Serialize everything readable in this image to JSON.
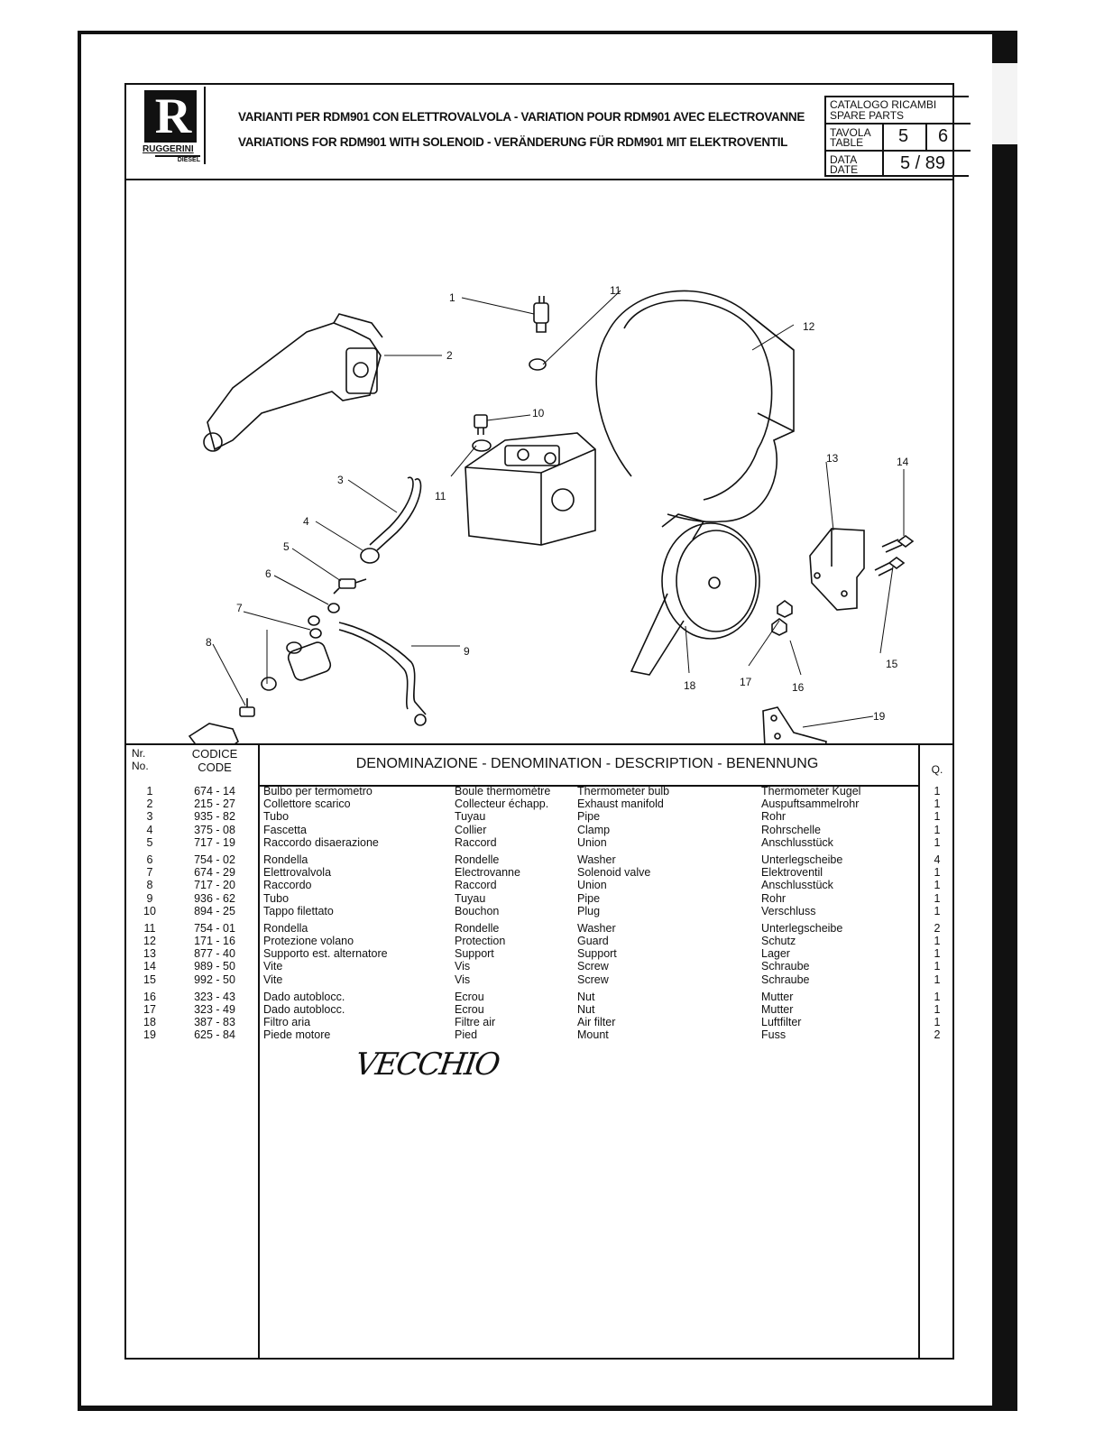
{
  "header": {
    "brand_name": "RUGGERINI",
    "brand_sub": "DIESEL",
    "title_line1": "VARIANTI PER RDM901 CON ELETTROVALVOLA - VARIATION POUR RDM901 AVEC ELECTROVANNE",
    "title_line2": "VARIATIONS FOR RDM901 WITH SOLENOID - VERÄNDERUNG FÜR RDM901 MIT ELEKTROVENTIL",
    "catalog_label_1": "CATALOGO RICAMBI",
    "catalog_label_2": "SPARE PARTS",
    "table_label_1": "TAVOLA",
    "table_label_2": "TABLE",
    "table_value_1": "5",
    "table_value_2": "6",
    "date_label_1": "DATA",
    "date_label_2": "DATE",
    "date_value": "5 / 89"
  },
  "drawing": {
    "callouts": [
      "1",
      "2",
      "3",
      "4",
      "5",
      "6",
      "7",
      "8",
      "9",
      "10",
      "11",
      "11",
      "12",
      "13",
      "14",
      "15",
      "16",
      "17",
      "18",
      "19"
    ]
  },
  "table": {
    "head_nr_1": "Nr.",
    "head_nr_2": "No.",
    "head_code_1": "CODICE",
    "head_code_2": "CODE",
    "head_desc": "DENOMINAZIONE - DENOMINATION - DESCRIPTION - BENENNUNG",
    "head_q": "Q.",
    "rows": [
      {
        "nr": "1",
        "code": "674 - 14",
        "it": "Bulbo per termometro",
        "fr": "Boule thermomètre",
        "en": "Thermometer bulb",
        "de": "Thermometer Kugel",
        "q": "1"
      },
      {
        "nr": "2",
        "code": "215 - 27",
        "it": "Collettore scarico",
        "fr": "Collecteur échapp.",
        "en": "Exhaust manifold",
        "de": "Auspuftsammelrohr",
        "q": "1"
      },
      {
        "nr": "3",
        "code": "935 - 82",
        "it": "Tubo",
        "fr": "Tuyau",
        "en": "Pipe",
        "de": "Rohr",
        "q": "1"
      },
      {
        "nr": "4",
        "code": "375 - 08",
        "it": "Fascetta",
        "fr": "Collier",
        "en": "Clamp",
        "de": "Rohrschelle",
        "q": "1"
      },
      {
        "nr": "5",
        "code": "717 - 19",
        "it": "Raccordo disaerazione",
        "fr": "Raccord",
        "en": "Union",
        "de": "Anschlusstück",
        "q": "1"
      },
      {
        "nr": "6",
        "code": "754 - 02",
        "it": "Rondella",
        "fr": "Rondelle",
        "en": "Washer",
        "de": "Unterlegscheibe",
        "q": "4"
      },
      {
        "nr": "7",
        "code": "674 - 29",
        "it": "Elettrovalvola",
        "fr": "Electrovanne",
        "en": "Solenoid valve",
        "de": "Elektroventil",
        "q": "1"
      },
      {
        "nr": "8",
        "code": "717 - 20",
        "it": "Raccordo",
        "fr": "Raccord",
        "en": "Union",
        "de": "Anschlusstück",
        "q": "1"
      },
      {
        "nr": "9",
        "code": "936 - 62",
        "it": "Tubo",
        "fr": "Tuyau",
        "en": "Pipe",
        "de": "Rohr",
        "q": "1"
      },
      {
        "nr": "10",
        "code": "894 - 25",
        "it": "Tappo filettato",
        "fr": "Bouchon",
        "en": "Plug",
        "de": "Verschluss",
        "q": "1"
      },
      {
        "nr": "11",
        "code": "754 - 01",
        "it": "Rondella",
        "fr": "Rondelle",
        "en": "Washer",
        "de": "Unterlegscheibe",
        "q": "2"
      },
      {
        "nr": "12",
        "code": "171 - 16",
        "it": "Protezione volano",
        "fr": "Protection",
        "en": "Guard",
        "de": "Schutz",
        "q": "1"
      },
      {
        "nr": "13",
        "code": "877 - 40",
        "it": "Supporto est. alternatore",
        "fr": "Support",
        "en": "Support",
        "de": "Lager",
        "q": "1"
      },
      {
        "nr": "14",
        "code": "989 - 50",
        "it": "Vite",
        "fr": "Vis",
        "en": "Screw",
        "de": "Schraube",
        "q": "1"
      },
      {
        "nr": "15",
        "code": "992 - 50",
        "it": "Vite",
        "fr": "Vis",
        "en": "Screw",
        "de": "Schraube",
        "q": "1"
      },
      {
        "nr": "16",
        "code": "323 - 43",
        "it": "Dado autoblocc.",
        "fr": "Ecrou",
        "en": "Nut",
        "de": "Mutter",
        "q": "1"
      },
      {
        "nr": "17",
        "code": "323 - 49",
        "it": "Dado autoblocc.",
        "fr": "Ecrou",
        "en": "Nut",
        "de": "Mutter",
        "q": "1"
      },
      {
        "nr": "18",
        "code": "387 - 83",
        "it": "Filtro aria",
        "fr": "Filtre air",
        "en": "Air filter",
        "de": "Luftfilter",
        "q": "1"
      },
      {
        "nr": "19",
        "code": "625 - 84",
        "it": "Piede motore",
        "fr": "Pied",
        "en": "Mount",
        "de": "Fuss",
        "q": "2"
      }
    ]
  },
  "handwriting": "VECCHIO"
}
